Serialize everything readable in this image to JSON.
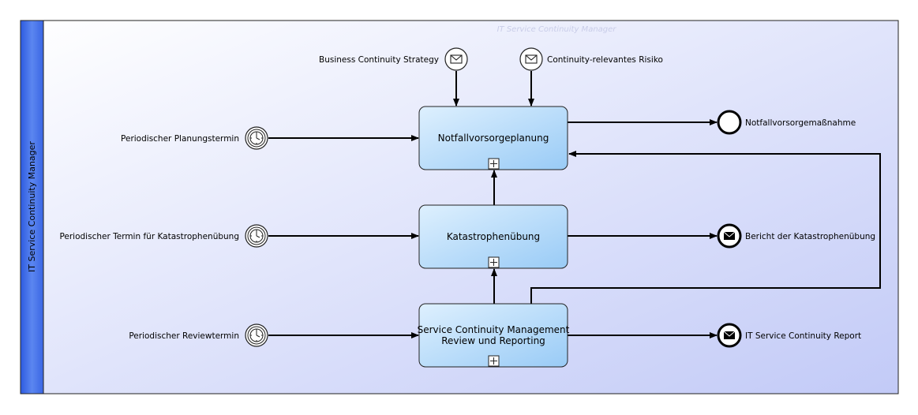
{
  "pool": {
    "lane_title": "IT Service Continuity Manager",
    "watermark": "IT Service Continuity Manager",
    "colors": {
      "lane_bar": "#3b68e6",
      "background_start": "#ffffff",
      "background_end": "#c2caf7",
      "task_fill": "#a9d4f8"
    }
  },
  "tasks": {
    "planung": {
      "label": "Notfallvorsorgeplanung"
    },
    "katastrophe": {
      "label": "Katastrophenübung"
    },
    "review": {
      "line1": "Service Continuity Management",
      "line2": "Review und Reporting"
    }
  },
  "events": {
    "strategy": {
      "label": "Business Continuity Strategy",
      "icon": "envelope-icon",
      "kind": "message-start"
    },
    "risiko": {
      "label": "Continuity-relevantes Risiko",
      "icon": "envelope-icon",
      "kind": "message-start"
    },
    "planungstermin": {
      "label": "Periodischer Planungstermin",
      "icon": "clock-icon",
      "kind": "timer-start"
    },
    "katastrophentermin": {
      "label": "Periodischer Termin für Katastrophenübung",
      "icon": "clock-icon",
      "kind": "timer-start"
    },
    "reviewtermin": {
      "label": "Periodischer Reviewtermin",
      "icon": "clock-icon",
      "kind": "timer-start"
    },
    "massnahme": {
      "label": "Notfallvorsorgemaßnahme",
      "icon": "none",
      "kind": "plain-end"
    },
    "bericht": {
      "label": "Bericht der Katastrophenübung",
      "icon": "envelope-filled-icon",
      "kind": "message-end"
    },
    "report": {
      "label": "IT Service Continuity Report",
      "icon": "envelope-filled-icon",
      "kind": "message-end"
    }
  }
}
